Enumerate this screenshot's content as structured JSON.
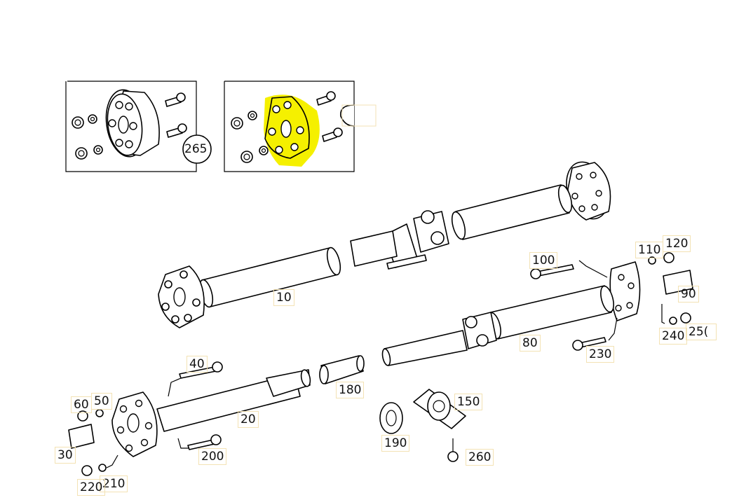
{
  "diagram": {
    "labels": {
      "p10": "10",
      "p20": "20",
      "p30": "30",
      "p40": "40",
      "p50": "50",
      "p60": "60",
      "p80": "80",
      "p90": "90",
      "p100": "100",
      "p110": "110",
      "p120": "120",
      "p150": "150",
      "p180": "180",
      "p190": "190",
      "p200": "200",
      "p210": "210",
      "p220": "220",
      "p230": "230",
      "p240": "240",
      "p250": "25(",
      "p260": "260",
      "p265": "265"
    },
    "highlight_color": "#f5f000",
    "label_border_color": "#f3e2b4"
  }
}
